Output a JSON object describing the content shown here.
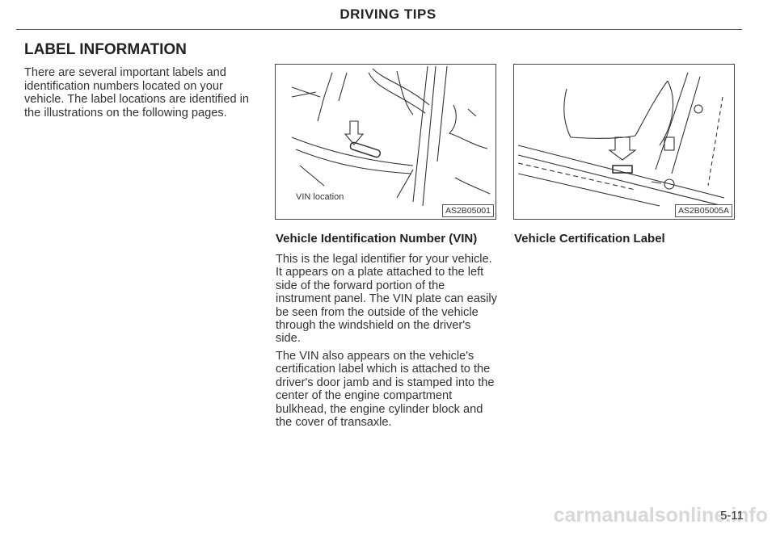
{
  "header": {
    "title": "DRIVING TIPS"
  },
  "section": {
    "heading": "LABEL INFORMATION",
    "intro": "There are several important labels and identification numbers located on your vehicle. The label locations are identified in the illustrations on the following pages."
  },
  "figures": [
    {
      "callout": "VIN location",
      "code": "AS2B05001"
    },
    {
      "code": "AS2B05005A"
    }
  ],
  "vin_section": {
    "heading": "Vehicle Identification Number (VIN)",
    "paragraphs": [
      "This is the legal identifier for your vehicle. It appears on a plate attached to the left side of the forward portion of the instrument panel. The VIN plate can easily be seen from the outside of the vehicle through the windshield on the driver's side.",
      "The VIN also appears on the vehicle's certification label which is attached to the driver's door jamb and is stamped into the center of the engine compartment bulkhead, the engine cylinder block and the cover of transaxle."
    ]
  },
  "cert_section": {
    "heading": "Vehicle Certification Label"
  },
  "footer": {
    "page_number": "5-11",
    "watermark": "carmanualsonline.info"
  }
}
